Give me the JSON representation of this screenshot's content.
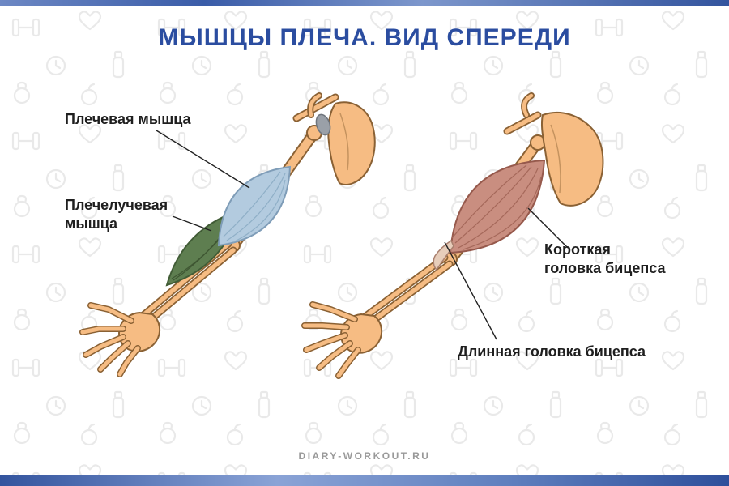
{
  "page": {
    "title": "МЫШЦЫ ПЛЕЧА. ВИД СПЕРЕДИ",
    "watermark": "DIARY-WORKOUT.RU"
  },
  "labels": {
    "brachialis": "Плечевая мышца",
    "brachioradialis_line1": "Плечелучевая",
    "brachioradialis_line2": "мышца",
    "biceps_short_line1": "Короткая",
    "biceps_short_line2": "головка бицепса",
    "biceps_long": "Длинная головка бицепса"
  },
  "colors": {
    "title_blue": "#2B4DA0",
    "label_text": "#1F1F1F",
    "watermark_gray": "#999999",
    "bone_fill": "#F6BC83",
    "bone_outline": "#8A6134",
    "brachialis_muscle_blue": "#B3CBDF",
    "brachioradialis_muscle_green": "#5E7E50",
    "biceps_muscle_pink": "#C98E80",
    "border_bar_blue": "#3A5CA8"
  },
  "icons": {
    "background_pattern_icons": [
      "dumbbell-icon",
      "heart-icon",
      "clock-icon",
      "bottle-icon",
      "kettlebell-icon",
      "apple-icon"
    ]
  }
}
